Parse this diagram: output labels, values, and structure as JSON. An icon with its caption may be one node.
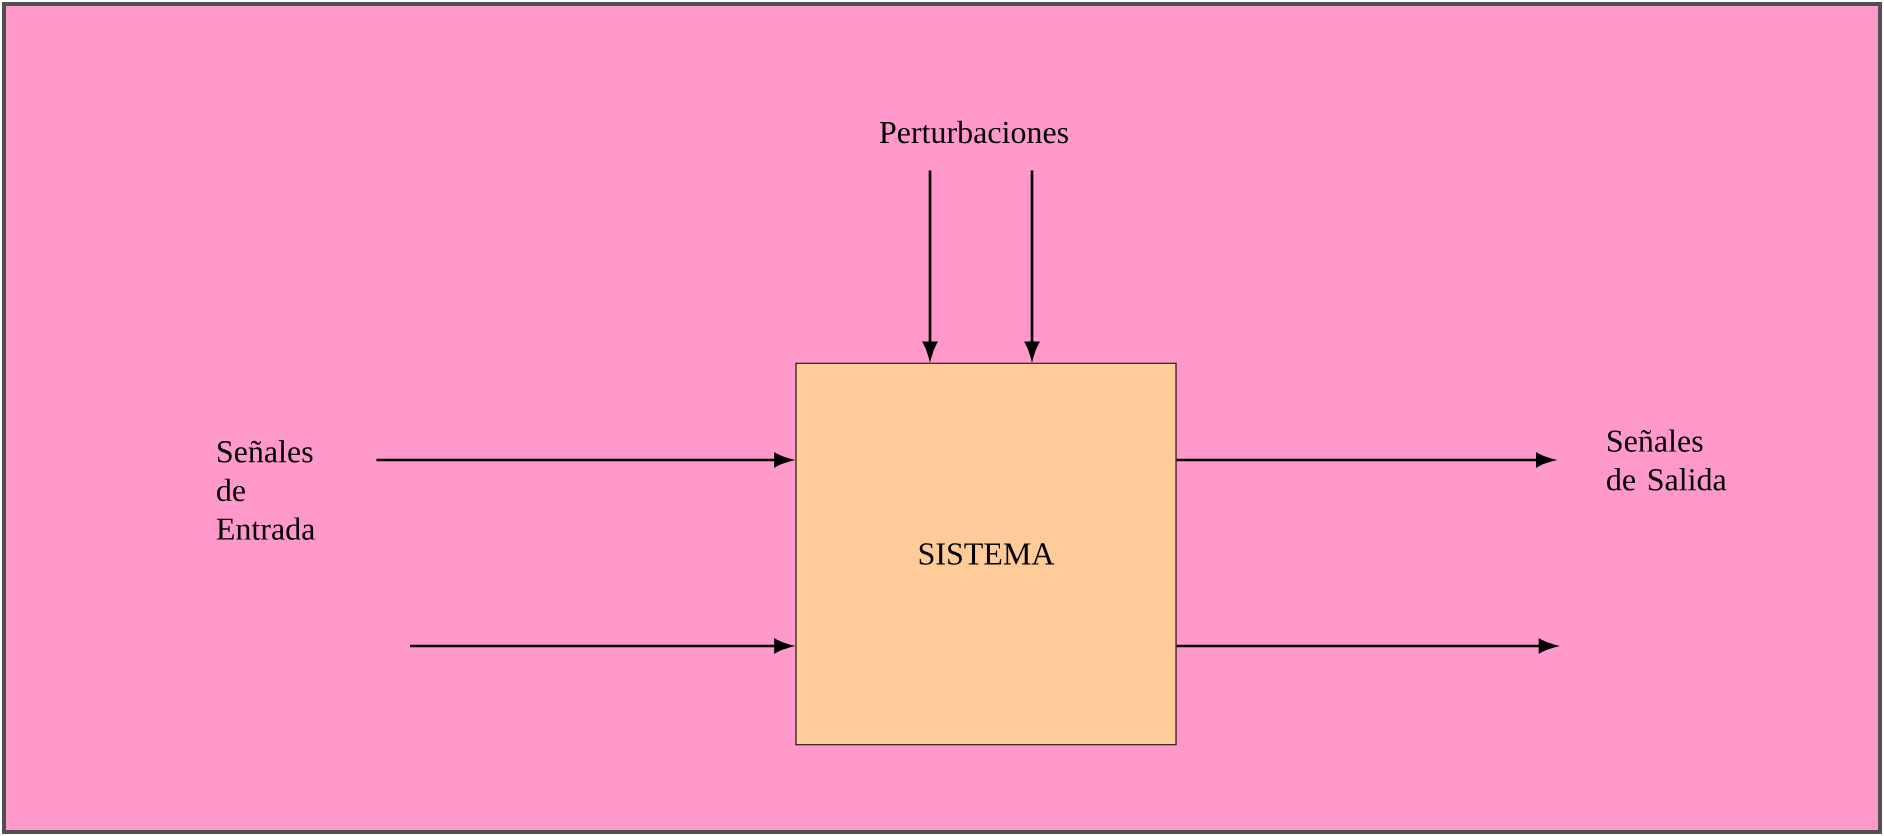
{
  "diagram": {
    "nodes": [
      {
        "text": [
          "SISTEMA"
        ]
      },
      {
        "text": [
          "Perturbaciones"
        ]
      },
      {
        "text": [
          "Señales de Entrada"
        ]
      },
      {
        "text": [
          "Señales de Salida"
        ]
      }
    ],
    "edges": [
      {
        "from": 1,
        "to": 0,
        "arrow": "to"
      },
      {
        "from": 1,
        "to": 0,
        "arrow": "to"
      },
      {
        "from": 2,
        "to": 0,
        "arrow": "to"
      },
      {
        "from": null,
        "to": 0,
        "arrow": "to"
      },
      {
        "from": 0,
        "to": 3,
        "arrow": "to"
      },
      {
        "from": 0,
        "to": null,
        "arrow": "to"
      }
    ]
  }
}
